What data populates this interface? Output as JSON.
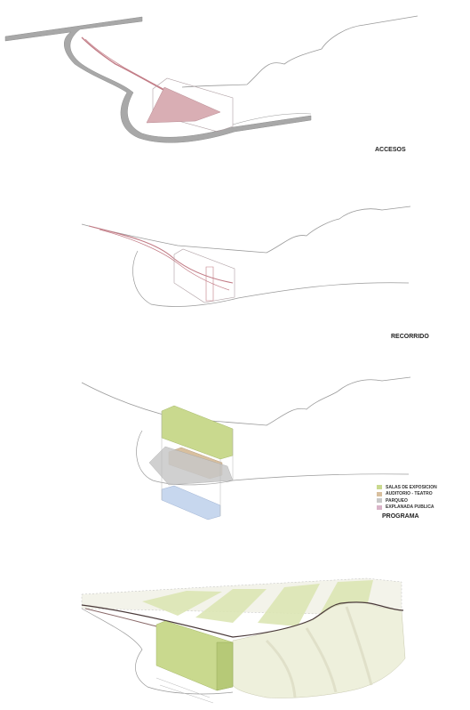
{
  "panels": [
    {
      "id": "accesos",
      "label": "ACCESOS"
    },
    {
      "id": "recorrido",
      "label": "RECORRIDO"
    },
    {
      "id": "programa",
      "label": "PROGRAMA"
    },
    {
      "id": "volumetria",
      "label": ""
    }
  ],
  "legend": [
    {
      "label": "SALAS DE EXPOSICION",
      "color": "#c9d98e"
    },
    {
      "label": "AUDITORIO - TEATRO",
      "color": "#d8bf9e"
    },
    {
      "label": "PARQUEO",
      "color": "#c8c8c8"
    },
    {
      "label": "EXPLANADA PUBLICA",
      "color": "#d9b4c8"
    }
  ],
  "colors": {
    "road": "#a8a8a8",
    "route": "#c27c86",
    "exhibition": "#c9d98e",
    "auditorium": "#d8bf9e",
    "parking": "#c8c8c8",
    "plaza": "#d9b4c8",
    "outline": "#9a9a9a"
  }
}
